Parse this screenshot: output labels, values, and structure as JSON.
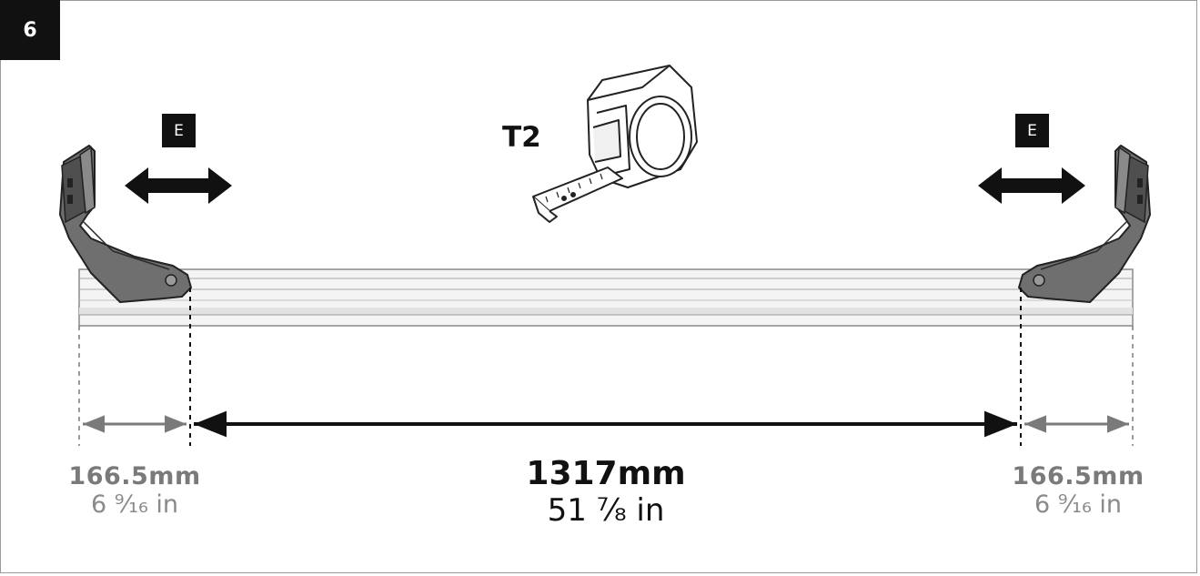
{
  "step": {
    "number": "6"
  },
  "tool": {
    "label": "T2",
    "icon": "tape-measure-icon"
  },
  "adjust": {
    "left_label": "E",
    "right_label": "E"
  },
  "dimensions": {
    "left": {
      "mm": "166.5mm",
      "inch": "6 ⁹⁄₁₆ in"
    },
    "center": {
      "mm": "1317mm",
      "inch": "51 ⁷⁄₈ in"
    },
    "right": {
      "mm": "166.5mm",
      "inch": "6 ⁹⁄₁₆ in"
    }
  },
  "colors": {
    "ink": "#111111",
    "dimension_gray": "#7a7a7a",
    "foot_gray": "#6f6f6f",
    "bar_light": "#ececec"
  }
}
